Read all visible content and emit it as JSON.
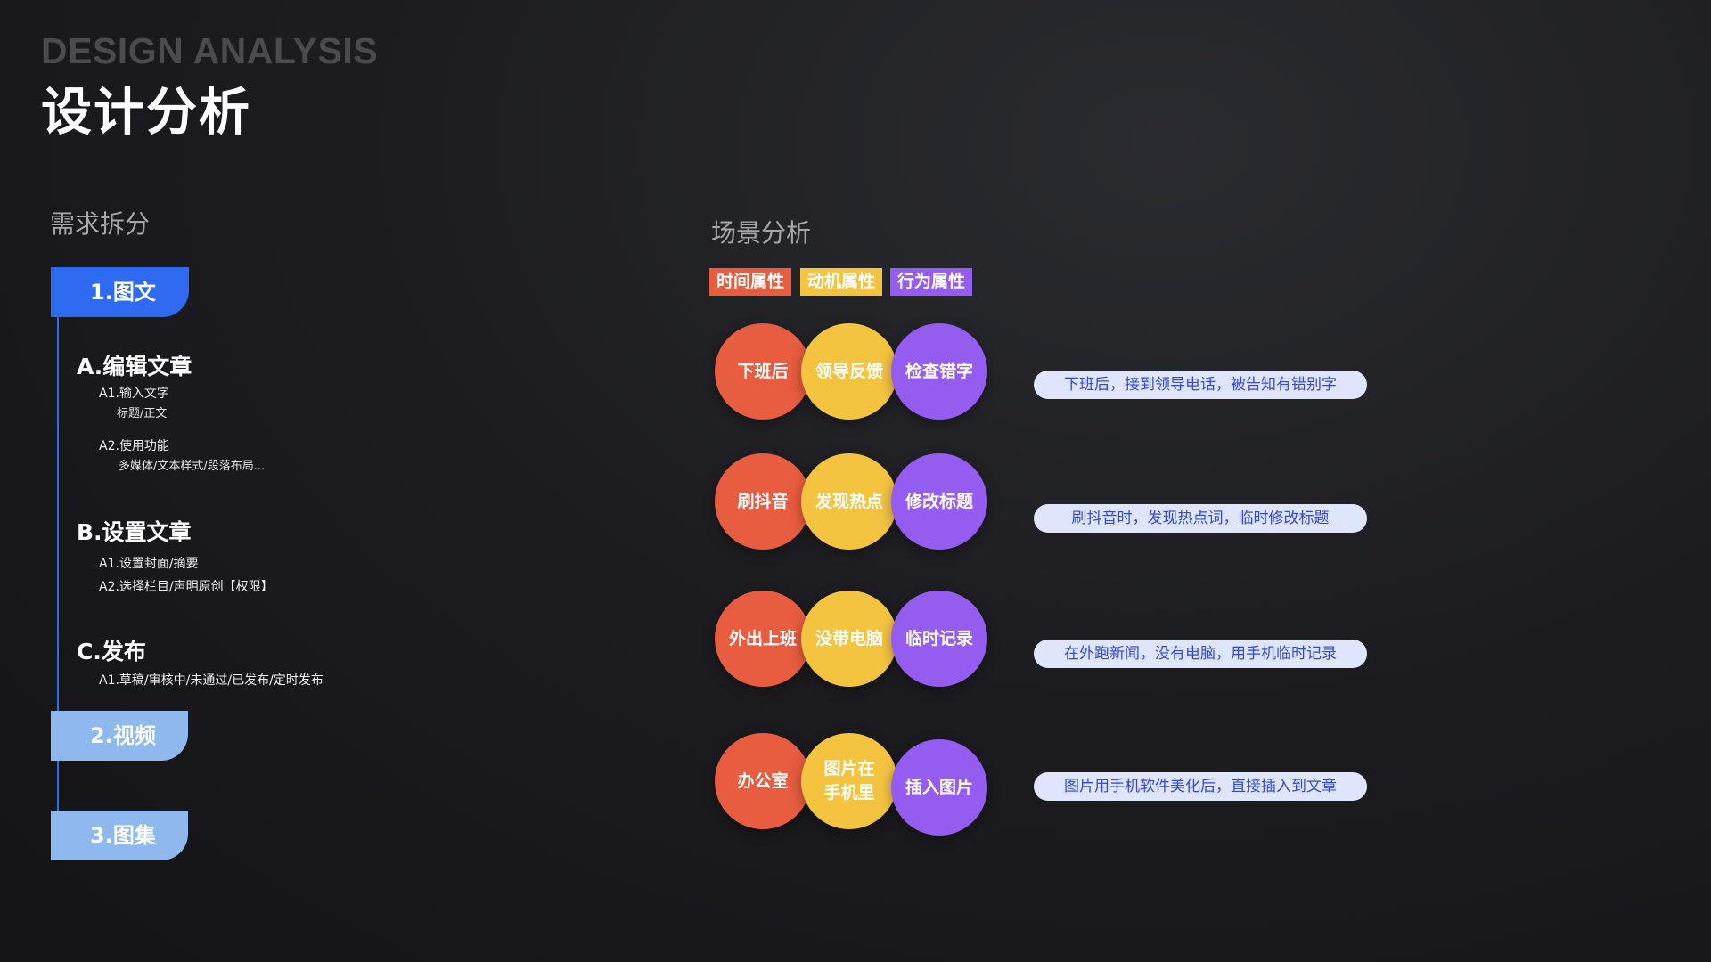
{
  "header": {
    "en": "DESIGN ANALYSIS",
    "zh": "设计分析"
  },
  "left": {
    "title": "需求拆分",
    "tabs": [
      {
        "label": "1.图文",
        "active": true
      },
      {
        "label": "2.视频",
        "active": false
      },
      {
        "label": "3.图集",
        "active": false
      }
    ],
    "sections": [
      {
        "title": "A.编辑文章",
        "items": [
          "A1.输入文字",
          "标题/正文",
          "A2.使用功能",
          "多媒体/文本样式/段落布局..."
        ]
      },
      {
        "title": "B.设置文章",
        "items": [
          "A1.设置封面/摘要",
          "A2.选择栏目/声明原创【权限】"
        ]
      },
      {
        "title": "C.发布",
        "items": [
          "A1.草稿/审核中/未通过/已发布/定时发布"
        ]
      }
    ]
  },
  "right": {
    "title": "场景分析",
    "tags": [
      {
        "label": "时间属性",
        "color": "#e85c3f"
      },
      {
        "label": "动机属性",
        "color": "#f4c441"
      },
      {
        "label": "行为属性",
        "color": "#955cf0"
      }
    ],
    "scenarios": [
      {
        "time": "下班后",
        "motive": "领导反馈",
        "action": "检查错字",
        "description": "下班后，接到领导电话，被告知有错别字"
      },
      {
        "time": "刷抖音",
        "motive": "发现热点",
        "action": "修改标题",
        "description": "刷抖音时，发现热点词，临时修改标题"
      },
      {
        "time": "外出上班",
        "motive": "没带电脑",
        "action": "临时记录",
        "description": "在外跑新闻，没有电脑，用手机临时记录"
      },
      {
        "time": "办公室",
        "motive_line1": "图片在",
        "motive_line2": "手机里",
        "action": "插入图片",
        "description": "图片用手机软件美化后，直接插入到文章"
      }
    ]
  },
  "colors": {
    "accent_blue": "#2f6bf0",
    "inactive_blue": "#8eb8ee",
    "red": "#e85c3f",
    "yellow": "#f4c441",
    "purple": "#955cf0",
    "pill_bg": "#dfe5fb",
    "pill_text": "#3348d6"
  }
}
